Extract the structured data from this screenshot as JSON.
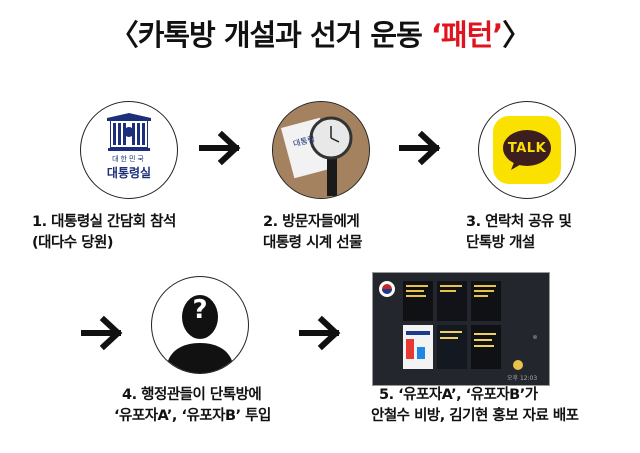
{
  "title": {
    "main": "〈카톡방 개설과 선거 운동 ",
    "accent": "‘패턴’",
    "close": "〉"
  },
  "colors": {
    "accent": "#e0141e",
    "talk_yellow": "#fae100",
    "talk_brown": "#3c1e1e",
    "seal_blue": "#1c2f7a"
  },
  "steps": [
    {
      "caption_line1": "1.  대통령실 간담회 참석",
      "caption_line2": "(대다수 당원)",
      "icon": "presidential-office-seal",
      "seal_small": "대한민국",
      "seal_large": "대통령실"
    },
    {
      "caption_line1": "2. 방문자들에게",
      "caption_line2": "대통령 시계 선물",
      "icon": "watch-photo",
      "box_text": "대통령"
    },
    {
      "caption_line1": "3. 연락처 공유 및",
      "caption_line2": "단톡방 개설",
      "icon": "kakaotalk-logo",
      "logo_text": "TALK"
    },
    {
      "caption_line1": "4. 행정관들이 단톡방에",
      "caption_line2": "‘유포자A’, ‘유포자B’ 투입",
      "icon": "anonymous-person",
      "glyph": "?"
    },
    {
      "caption_line1": "5. ‘유포자A’, ‘유포자B’가",
      "caption_line2": "안철수 비방, 김기현 홍보 자료 배포",
      "icon": "chat-screenshot",
      "time": "오후 12:03"
    }
  ]
}
